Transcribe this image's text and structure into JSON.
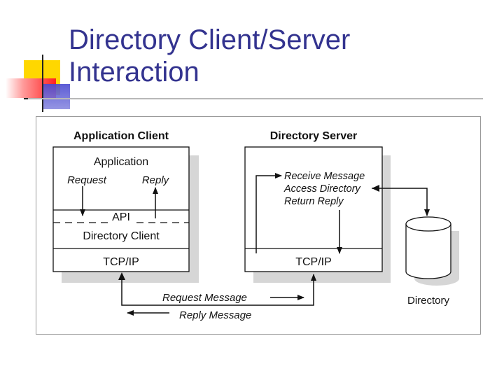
{
  "slide": {
    "title_line1": "Directory Client/Server",
    "title_line2": "Interaction"
  },
  "diagram": {
    "client_heading": "Application Client",
    "server_heading": "Directory Server",
    "application": "Application",
    "request": "Request",
    "reply": "Reply",
    "api": "API",
    "directory_client": "Directory Client",
    "tcpip_client": "TCP/IP",
    "tcpip_server": "TCP/IP",
    "receive_message": "Receive Message",
    "access_directory": "Access Directory",
    "return_reply": "Return Reply",
    "request_message": "Request Message",
    "reply_message": "Reply Message",
    "directory": "Directory"
  },
  "colors": {
    "title": "#33338f",
    "accent_yellow": "#ffd700",
    "accent_red": "#ff2020",
    "accent_blue": "#3333cc"
  }
}
